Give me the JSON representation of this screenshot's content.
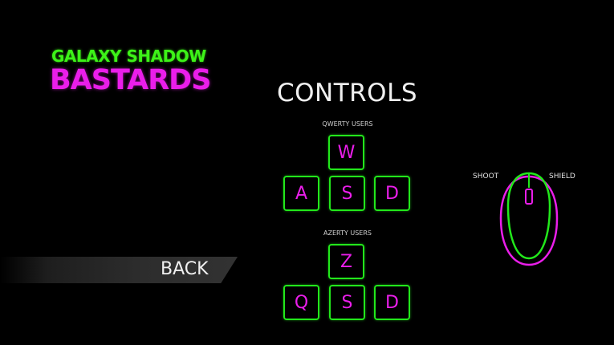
{
  "logo": {
    "line1": "GALAXY SHADOW",
    "line2": "BASTARDS"
  },
  "controls": {
    "title": "CONTROLS",
    "qwerty": {
      "label": "QWERTY USERS",
      "up": "W",
      "left": "A",
      "down": "S",
      "right": "D"
    },
    "azerty": {
      "label": "AZERTY USERS",
      "up": "Z",
      "left": "Q",
      "down": "S",
      "right": "D"
    }
  },
  "mouse": {
    "left_label": "SHOOT",
    "right_label": "SHIELD",
    "icon": "mouse-icon"
  },
  "menu": {
    "back_label": "BACK"
  },
  "colors": {
    "background": "#000000",
    "green": "#22e81b",
    "magenta": "#ea1eea",
    "text": "#f0f0f0"
  }
}
